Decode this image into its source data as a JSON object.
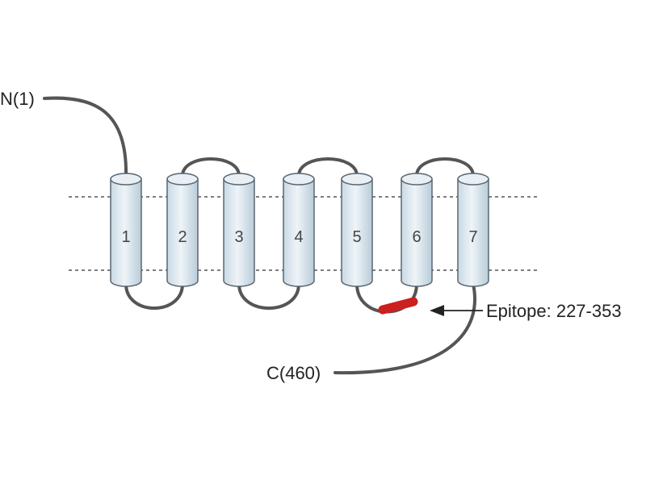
{
  "diagram": {
    "n_terminus_label": "N(1)",
    "c_terminus_label": "C(460)",
    "epitope_label": "Epitope: 227-353",
    "helices": [
      {
        "label": "1"
      },
      {
        "label": "2"
      },
      {
        "label": "3"
      },
      {
        "label": "4"
      },
      {
        "label": "5"
      },
      {
        "label": "6"
      },
      {
        "label": "7"
      }
    ],
    "colors": {
      "helix_fill": "#dde9f1",
      "helix_stroke": "#5a6670",
      "loop": "#555555",
      "membrane_line": "#555555",
      "epitope": "#cc1f1f"
    }
  }
}
